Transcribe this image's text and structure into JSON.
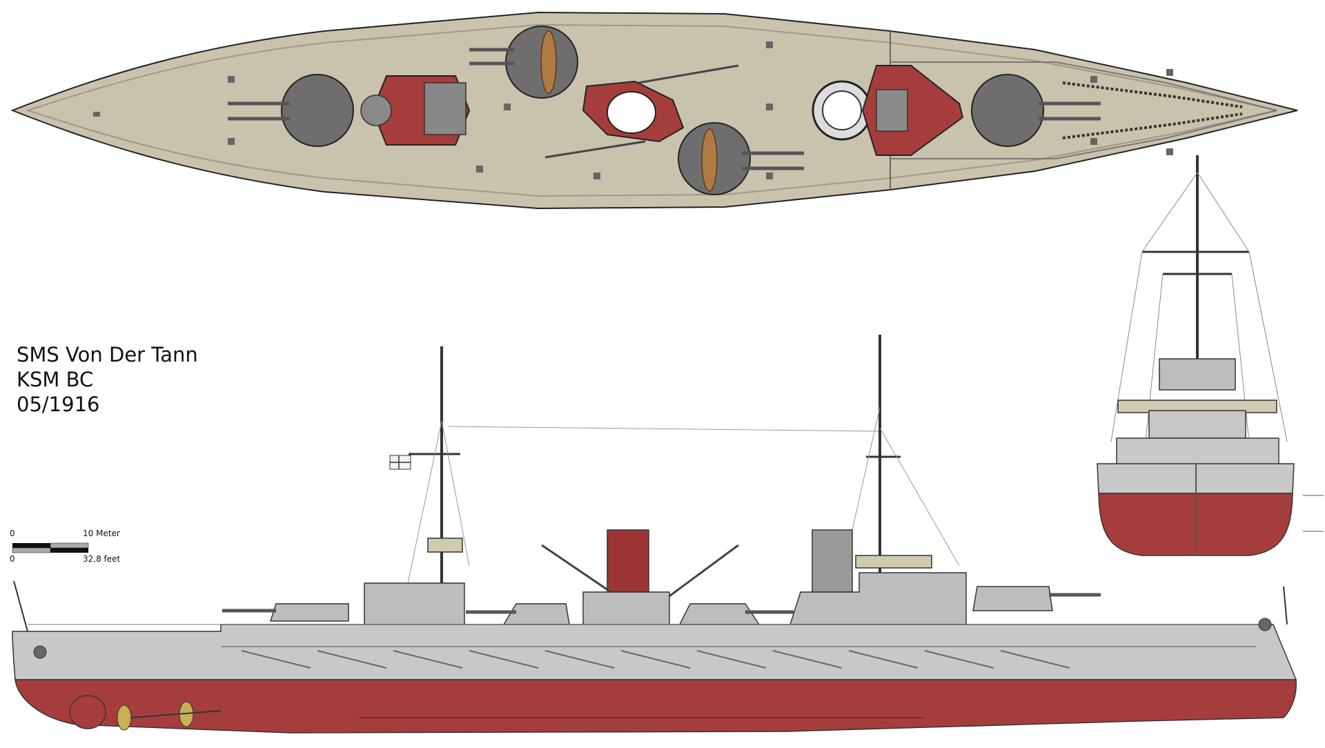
{
  "caption": {
    "ship_name": "SMS Von Der Tann",
    "class_code": "KSM BC",
    "date": "05/1916"
  },
  "scale_bar": {
    "meter_start": "0",
    "meter_end": "10 Meter",
    "feet_start": "0",
    "feet_end": "32,8 feet"
  },
  "colors": {
    "deck": "#c9c2ad",
    "deck_edge": "#9e9884",
    "turret": "#6e6e6e",
    "hull_grey": "#c8c8c8",
    "superstructure_grey": "#bdbdbd",
    "red_hull": "#a63d3d",
    "dark_red": "#7f2a2a",
    "funnel_red": "#9e3535",
    "wood_boat": "#b07a45",
    "outline": "#222222"
  }
}
